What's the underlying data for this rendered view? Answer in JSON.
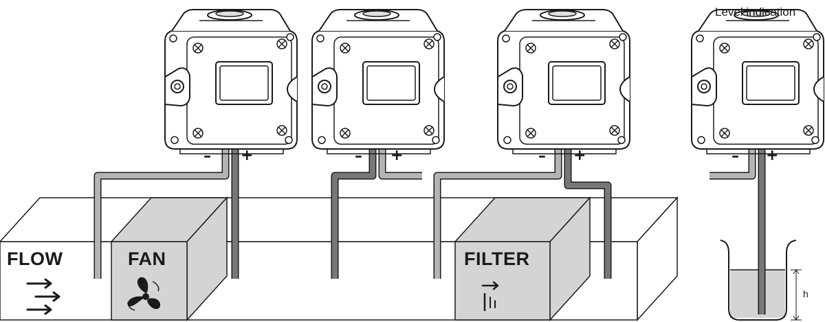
{
  "title": "Level indication",
  "sections": {
    "flow": "FLOW",
    "fan": "FAN",
    "filter": "FILTER"
  },
  "signs": {
    "minus": "–",
    "plus": "+"
  },
  "level_label": "h",
  "icons": {
    "flow": "flow-arrows-icon",
    "fan": "fan-icon",
    "filter": "filter-arrow-icon"
  },
  "colors": {
    "tube_dark": "#777777",
    "tube_light": "#b4b4b4",
    "fill_gray": "#d4d4d4",
    "outline": "#1a1a1a"
  }
}
